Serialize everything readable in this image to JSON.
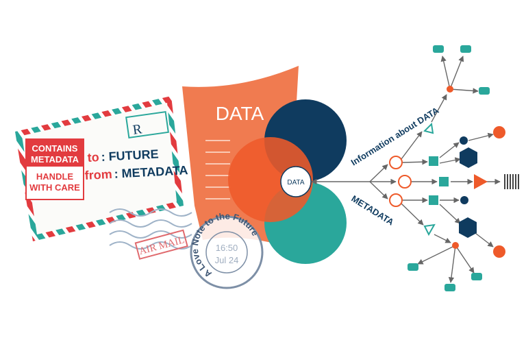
{
  "envelope": {
    "label_top": [
      "CONTAINS",
      "METADATA"
    ],
    "label_bottom": [
      "HANDLE",
      "WITH CARE"
    ],
    "to_prefix": "to",
    "to_value": ": FUTURE",
    "from_prefix": "from",
    "from_value": ": METADATA",
    "registered_mark": "R",
    "airmail_stamp": "AIR MAIL"
  },
  "postmark": {
    "ring_text": "A Love Note to the Future",
    "time": "16:50",
    "date": "Jul 24"
  },
  "document": {
    "title": "DATA"
  },
  "venn": {
    "center_label": "DATA"
  },
  "diagram": {
    "upper_label": "Information about DATA",
    "lower_label": "METADATA"
  },
  "colors": {
    "red": "#e23b3f",
    "teal": "#2aa79b",
    "navy": "#0f3b5f",
    "orange": "#f07b50",
    "orange_red": "#ee5a2a"
  }
}
